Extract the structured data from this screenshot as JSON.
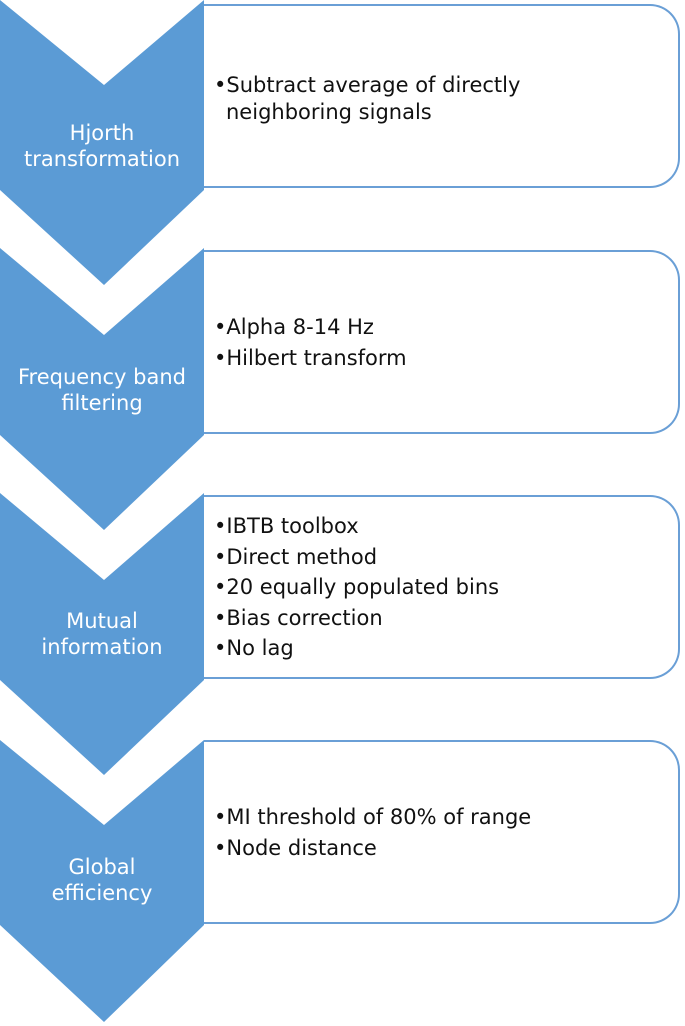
{
  "colors": {
    "chevron_fill": "#5b9bd5",
    "box_border": "#6a9fd6",
    "label_text": "#ffffff",
    "bullet_text": "#111111"
  },
  "steps": [
    {
      "title_lines": [
        "Hjorth",
        "transformation"
      ],
      "bullets": [
        "Subtract average of directly",
        "neighboring signals"
      ]
    },
    {
      "title_lines": [
        "Frequency band",
        "filtering"
      ],
      "bullets": [
        "Alpha 8-14 Hz",
        "Hilbert transform"
      ]
    },
    {
      "title_lines": [
        "Mutual",
        "information"
      ],
      "bullets": [
        "IBTB toolbox",
        "Direct method",
        "20 equally populated bins",
        "Bias correction",
        "No lag"
      ]
    },
    {
      "title_lines": [
        "Global",
        "efficiency"
      ],
      "bullets": [
        "MI threshold of 80% of range",
        "Node distance"
      ]
    }
  ]
}
